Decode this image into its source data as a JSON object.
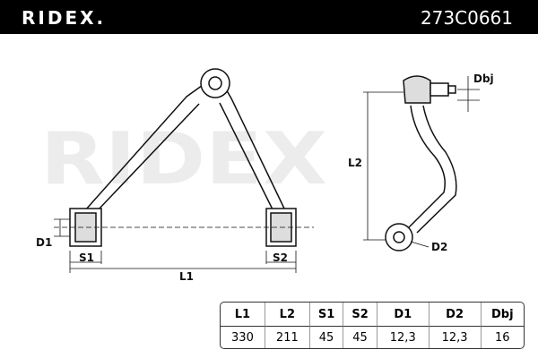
{
  "header": {
    "brand": "RIDEX.",
    "part_number": "273C0661"
  },
  "watermark": "RIDEX",
  "labels": {
    "d1": "D1",
    "s1": "S1",
    "s2": "S2",
    "l1": "L1",
    "l2": "L2",
    "d2": "D2",
    "dbj": "Dbj"
  },
  "spec_table": {
    "headers": [
      "L1",
      "L2",
      "S1",
      "S2",
      "D1",
      "D2",
      "Dbj"
    ],
    "values": [
      "330",
      "211",
      "45",
      "45",
      "12,3",
      "12,3",
      "16"
    ]
  }
}
